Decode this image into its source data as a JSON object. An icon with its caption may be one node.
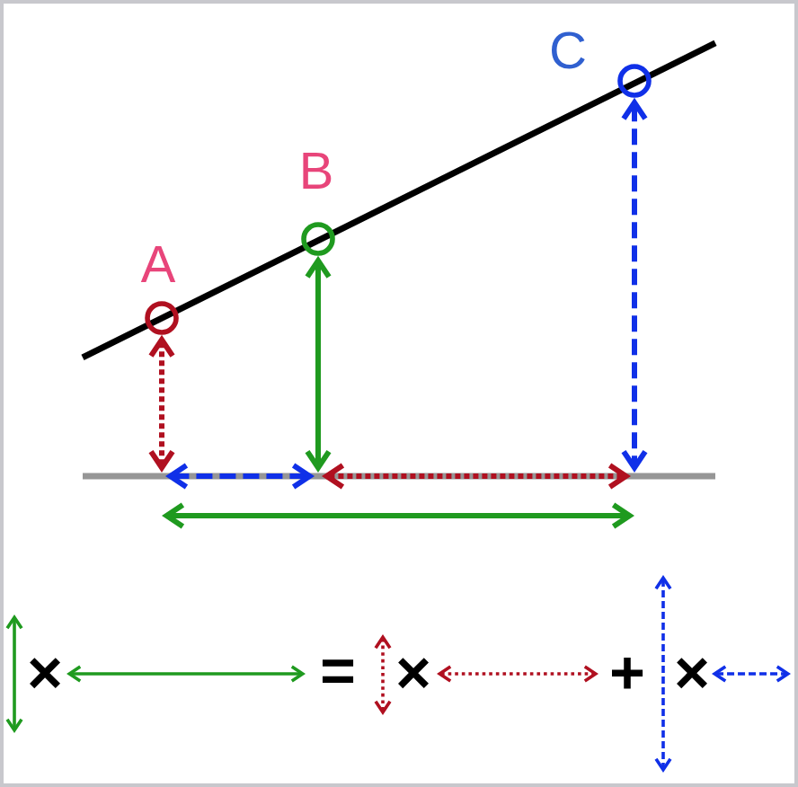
{
  "diagram": {
    "nodes": [
      {
        "text": [
          "A"
        ]
      },
      {
        "text": [
          "B"
        ]
      },
      {
        "text": [
          "C"
        ]
      }
    ],
    "edges": [
      {
        "from": 0,
        "to": null,
        "arrow": "both",
        "style": "dashed",
        "color": "#b01020"
      },
      {
        "from": 1,
        "to": null,
        "arrow": "both",
        "color": "#1f9a1f"
      },
      {
        "from": 2,
        "to": null,
        "arrow": "both",
        "style": "dashed",
        "color": "#1030e8"
      }
    ],
    "labels": [
      "×",
      "=",
      "×",
      "+",
      "×"
    ]
  }
}
